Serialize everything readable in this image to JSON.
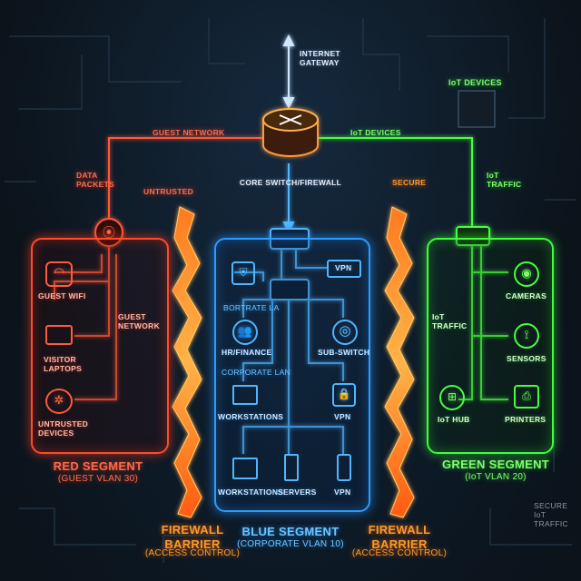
{
  "internet": {
    "label": "INTERNET\nGATEWAY"
  },
  "core": {
    "label": "CORE SWITCH/FIREWALL"
  },
  "links": {
    "guest_network": "GUEST NETWORK",
    "iot_devices_link": "IoT DEVICES",
    "iot_devices_top": "IoT DEVICES",
    "data_packets": "DATA\nPACKETS",
    "iot_traffic": "IoT\nTRAFFIC",
    "untrusted": "UNTRUSTED",
    "secure": "SECURE"
  },
  "red": {
    "color": "#ff4a2a",
    "title": "RED SEGMENT",
    "subtitle": "(GUEST VLAN 30)",
    "guest_network": "GUEST\nNETWORK",
    "items": [
      "GUEST WIFI",
      "VISITOR\nLAPTOPS",
      "UNTRUSTED\nDEVICES"
    ]
  },
  "blue": {
    "color": "#2a9bff",
    "title": "BLUE SEGMENT",
    "subtitle": "(CORPORATE VLAN 10)",
    "vpn_top": "VPN",
    "lan_label_1": "BORTRATE LA",
    "lan_label_2": "CORPORATE LAN",
    "hr": "HR/FINANCE",
    "sub_switch": "SUB-SWITCH",
    "workstations_mid": "WORKSTATIONS",
    "vpn_mid": "VPN",
    "workstations_bot": "WORKSTATIONS",
    "servers": "SERVERS",
    "vpn_bot": "VPN"
  },
  "green": {
    "color": "#3dff3a",
    "title": "GREEN SEGMENT",
    "subtitle": "(IoT VLAN 20)",
    "iot_traffic": "IoT\nTRAFFIC",
    "cameras": "CAMERAS",
    "sensors": "SENSORS",
    "iot_hub": "IoT HUB",
    "printers": "PRINTERS"
  },
  "firewalls": {
    "left_title": "FIREWALL\nBARRIER",
    "left_sub": "(ACCESS CONTROL)",
    "right_title": "FIREWALL\nBARRIER",
    "right_sub": "(ACCESS CONTROL)"
  },
  "corner": {
    "label": "SECURE\nIoT TRAFFIC"
  }
}
